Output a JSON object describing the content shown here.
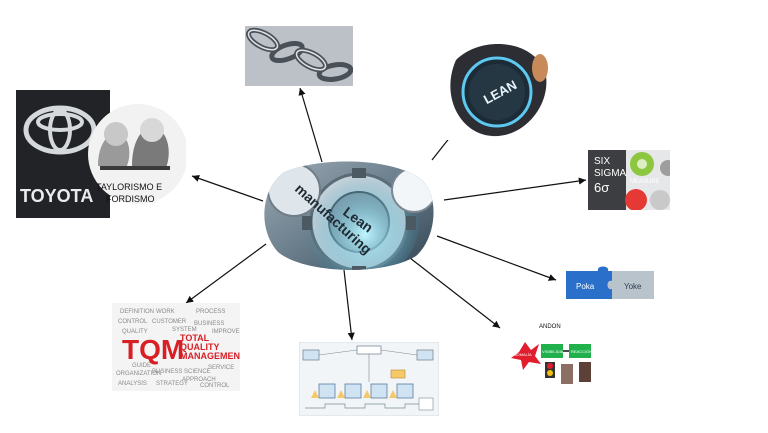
{
  "center": {
    "word1": "Lean",
    "word2": "manufacturing"
  },
  "nodes": {
    "chain": {},
    "lean_button": {
      "label": "LEAN"
    },
    "six_sigma": {
      "line1": "SIX",
      "line2": "SIGMA",
      "line3": "6σ",
      "measure": "MEASURE"
    },
    "poka_yoke": {
      "left": "Poka",
      "right": "Yoke"
    },
    "andon": {
      "title": "ANDON",
      "box1": "ANOMALÍA",
      "box2": "VISIBILIDAD",
      "box3": "REACCIÓN"
    },
    "vsm": {},
    "tqm": {
      "big": "TQM",
      "line1": "TOTAL",
      "line2": "QUALITY",
      "line3": "MANAGEMENT",
      "words": [
        "DEFINITION",
        "WORK",
        "PROCESS",
        "CONTROL",
        "CUSTOMER",
        "BUSINESS",
        "SERVICE",
        "ORGANIZATION",
        "BUSINESS",
        "APPROACH",
        "ANALYSIS",
        "STRATEGY",
        "CONTROL",
        "IMPROVEMENT",
        "QUALITY",
        "SYSTEM",
        "GUIDE",
        "SCIENCE"
      ]
    },
    "toyota": {
      "brand": "TOYOTA",
      "caption1": "TAYLORISMO E",
      "caption2": "FORDISMO"
    }
  }
}
